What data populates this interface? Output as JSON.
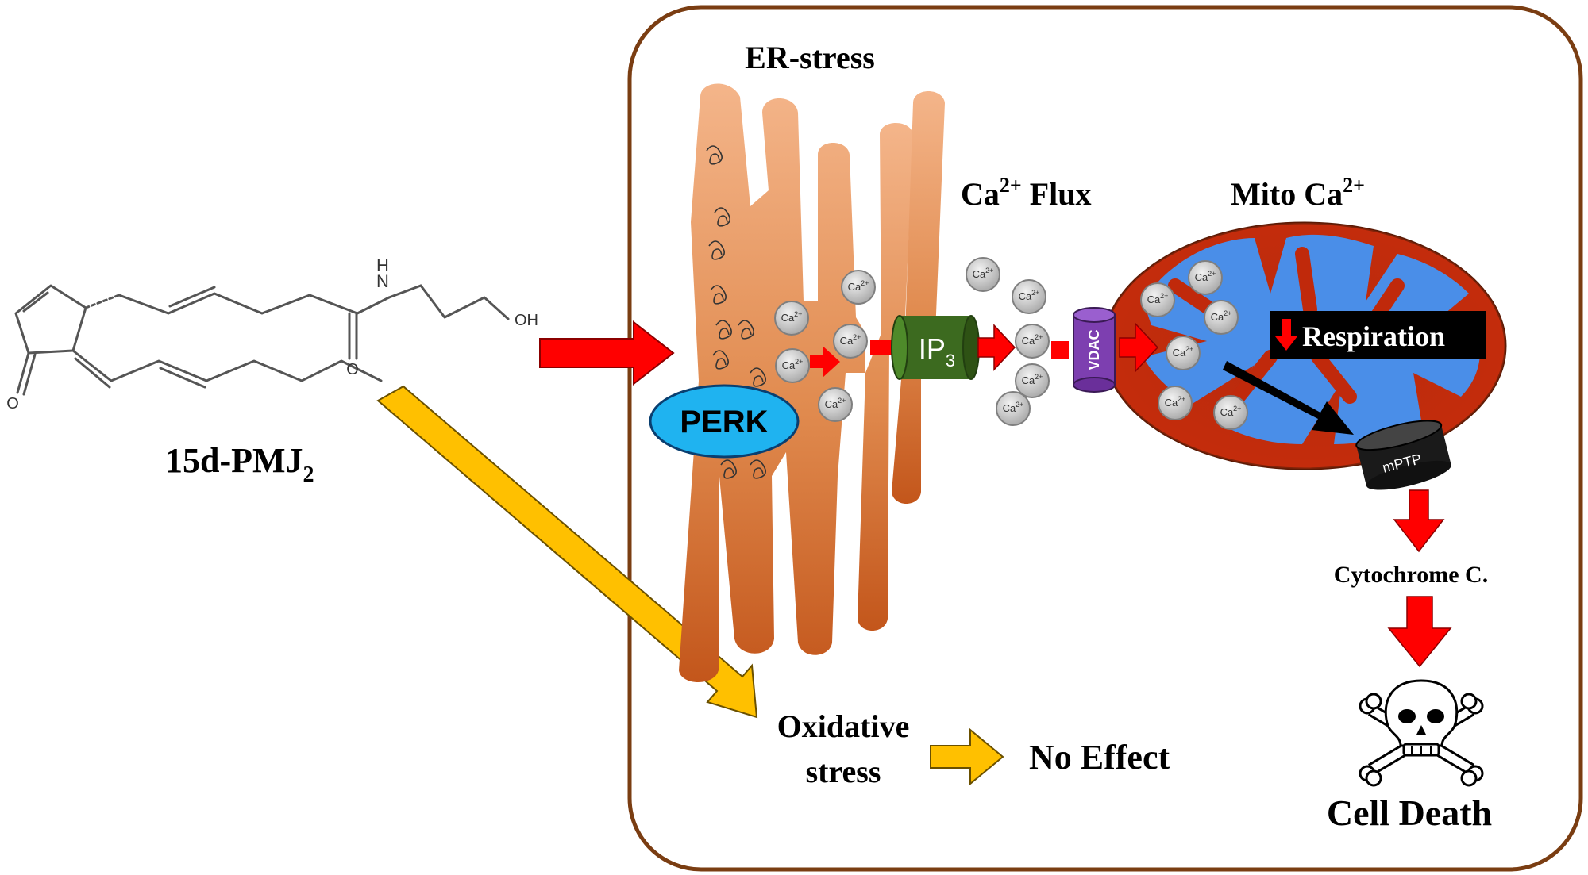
{
  "compound": {
    "name": "15d-PMJ",
    "name_subscript": "2",
    "atom_nh": "N",
    "atom_h": "H",
    "atom_oh": "OH",
    "atom_o_ring": "O",
    "atom_o_amide": "O"
  },
  "labels": {
    "er_stress": "ER-stress",
    "ca_flux_main": "Ca",
    "ca_flux_sup": "2+",
    "ca_flux_tail": " Flux",
    "mito_ca_main": "Mito Ca",
    "mito_ca_sup": "2+",
    "perk": "PERK",
    "ip3_main": "IP",
    "ip3_sub": "3",
    "vdac": "VDAC",
    "respiration": "Respiration",
    "mptp": "mPTP",
    "cytochrome": "Cytochrome C.",
    "cell_death": "Cell Death",
    "oxidative_line1": "Oxidative",
    "oxidative_line2": "stress",
    "no_effect": "No Effect",
    "ca_ion": "Ca",
    "ca_ion_sup": "2+"
  },
  "colors": {
    "cell_border": "#7a3d12",
    "red_arrow": "#ff0000",
    "yellow_arrow": "#ffc000",
    "perk_fill": "#1fb3f0",
    "ip3_fill": "#3c6a1f",
    "vdac_fill": "#7d3fb0",
    "mito_outer": "#c0290b",
    "mito_inner": "#4a8ee8",
    "er_top": "#f4b58a",
    "er_bottom": "#c85a1e"
  }
}
